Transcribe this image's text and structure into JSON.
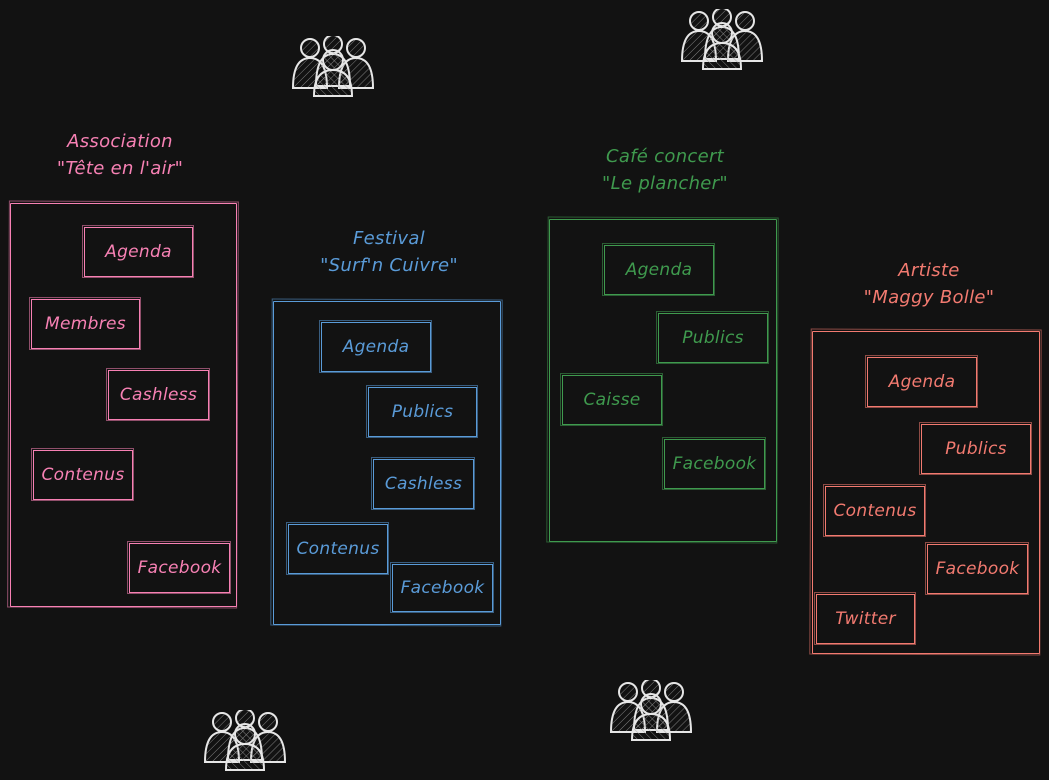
{
  "groups": [
    {
      "title_line1": "Association",
      "title_line2": "\"Tête en l'air\"",
      "items": [
        "Agenda",
        "Membres",
        "Cashless",
        "Contenus",
        "Facebook"
      ]
    },
    {
      "title_line1": "Festival",
      "title_line2": "\"Surf'n Cuivre\"",
      "items": [
        "Agenda",
        "Publics",
        "Cashless",
        "Contenus",
        "Facebook"
      ]
    },
    {
      "title_line1": "Café concert",
      "title_line2": "\"Le plancher\"",
      "items": [
        "Agenda",
        "Publics",
        "Caisse",
        "Facebook"
      ]
    },
    {
      "title_line1": "Artiste",
      "title_line2": "\"Maggy Bolle\"",
      "items": [
        "Agenda",
        "Publics",
        "Contenus",
        "Facebook",
        "Twitter"
      ]
    }
  ],
  "icons": {
    "audience": "people-group-icon"
  },
  "colors": {
    "background": "#121212",
    "association": "#f781b4",
    "festival": "#5a9bd8",
    "cafe": "#3f9a4e",
    "artiste": "#f27a70",
    "icon_stroke": "#e6e6e6"
  }
}
